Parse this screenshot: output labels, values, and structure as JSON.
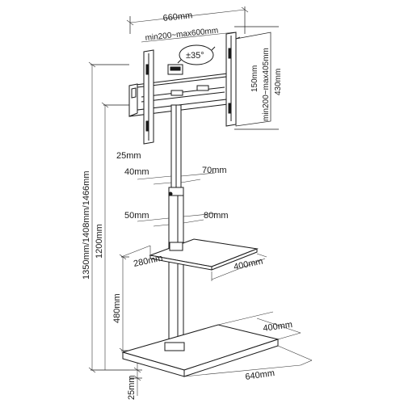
{
  "diagram": {
    "dimensions": {
      "mount_width": "660mm",
      "mount_range": "min200~max600mm",
      "swivel": "±35°",
      "vesa_v_min": "150mm",
      "vesa_v_range": "min200~max405mm",
      "mount_height": "430mm",
      "column_offset": "25mm",
      "upper_depth": "40mm",
      "upper_width": "70mm",
      "lower_depth": "50mm",
      "lower_width": "80mm",
      "shelf_depth": "280mm",
      "shelf_width": "400mm",
      "total_heights": "1350mm/1408mm/1466mm",
      "overall_height": "1200mm",
      "shelf_height": "480mm",
      "base_depth": "400mm",
      "base_width": "640mm",
      "base_thickness": "25mm"
    }
  }
}
